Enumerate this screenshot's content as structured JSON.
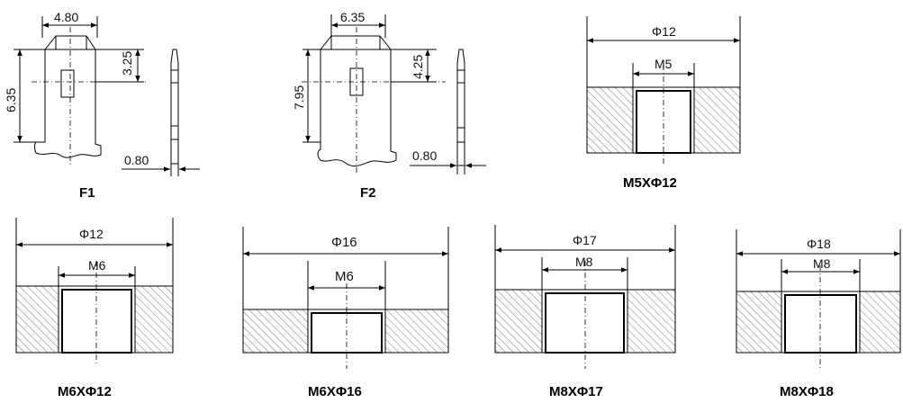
{
  "terminals": [
    {
      "id": "F1",
      "caption": "F1",
      "width": "4.80",
      "height": "6.35",
      "hole_offset": "3.25",
      "thickness": "0.80"
    },
    {
      "id": "F2",
      "caption": "F2",
      "width": "6.35",
      "height": "7.95",
      "hole_offset": "4.25",
      "thickness": "0.80"
    }
  ],
  "nuts": [
    {
      "id": "m5x12",
      "caption": "M5XΦ12",
      "outer": "Φ12",
      "thread": "M5"
    },
    {
      "id": "m6x12",
      "caption": "M6XΦ12",
      "outer": "Φ12",
      "thread": "M6"
    },
    {
      "id": "m6x16",
      "caption": "M6XΦ16",
      "outer": "Φ16",
      "thread": "M6"
    },
    {
      "id": "m8x17",
      "caption": "M8XΦ17",
      "outer": "Φ17",
      "thread": "M8"
    },
    {
      "id": "m8x18",
      "caption": "M8XΦ18",
      "outer": "Φ18",
      "thread": "M8"
    }
  ]
}
